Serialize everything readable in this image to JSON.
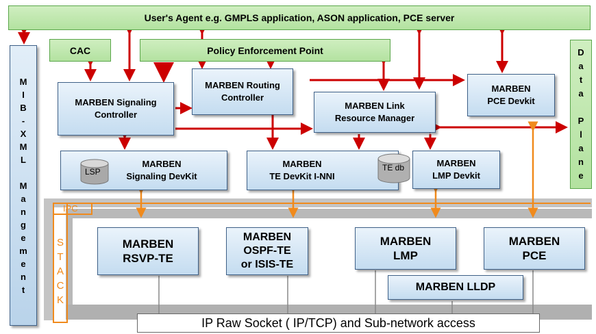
{
  "user_agent": "User's Agent e.g. GMPLS application, ASON application, PCE server",
  "cac": "CAC",
  "policy": "Policy Enforcement Point",
  "mib_letters": [
    "M",
    "I",
    "B",
    "-",
    "X",
    "M",
    "L",
    "",
    "M",
    "a",
    "n",
    "g",
    "e",
    "m",
    "e",
    "n",
    "t"
  ],
  "data_plane_letters": [
    "D",
    "a",
    "t",
    "a",
    "",
    "P",
    "l",
    "a",
    "n",
    "e"
  ],
  "signaling_controller": [
    "MARBEN Signaling",
    "Controller"
  ],
  "routing_controller": [
    "MARBEN Routing",
    "Controller"
  ],
  "link_resource_manager": [
    "MARBEN Link",
    "Resource Manager"
  ],
  "pce_devkit": [
    "MARBEN",
    "PCE Devkit"
  ],
  "signaling_devkit": [
    "MARBEN",
    "Signaling DevKit"
  ],
  "te_devkit": [
    "MARBEN",
    "TE DevKit  I-NNI"
  ],
  "lmp_devkit": [
    "MARBEN",
    "LMP Devkit"
  ],
  "lsp_label": "LSP",
  "tedb_label": "TE db",
  "ipc_label": "IPC",
  "stack_letters": [
    "S",
    "T",
    "A",
    "C",
    "K"
  ],
  "rsvp": [
    "MARBEN",
    "RSVP-TE"
  ],
  "ospf": [
    "MARBEN",
    "OSPF-TE",
    "or ISIS-TE"
  ],
  "lmp": [
    "MARBEN",
    "LMP"
  ],
  "pce": [
    "MARBEN",
    "PCE"
  ],
  "lldp": "MARBEN LLDP",
  "ip_raw": "IP Raw Socket ( IP/TCP) and Sub-network access",
  "colors": {
    "arrow_red": "#cc0000",
    "arrow_orange": "#f08a1c",
    "stack_gray": "#c0c0c0"
  }
}
